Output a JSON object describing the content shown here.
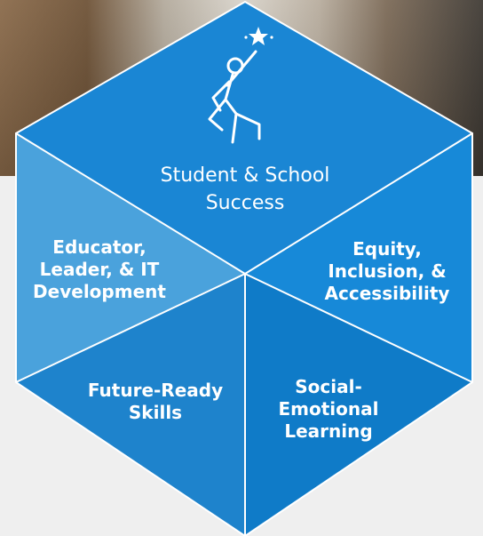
{
  "colors": {
    "page_bg": "#efefef",
    "top_segment": "#1a86d4",
    "left_upper_segment": "#4aa2dc",
    "right_upper_segment": "#1789d8",
    "left_lower_segment": "#1e83cc",
    "right_lower_segment": "#0f7bc8",
    "divider": "#ffffff"
  },
  "icon": "reaching-star-figure-icon",
  "segments": {
    "top": {
      "line1": "Student & School",
      "line2": "Success"
    },
    "left_upper": {
      "line1": "Educator,",
      "line2": "Leader, & IT",
      "line3": "Development"
    },
    "right_upper": {
      "line1": "Equity,",
      "line2": "Inclusion, &",
      "line3": "Accessibility"
    },
    "left_lower": {
      "line1": "Future-Ready",
      "line2": "Skills"
    },
    "right_lower": {
      "line1": "Social-",
      "line2": "Emotional",
      "line3": "Learning"
    }
  }
}
